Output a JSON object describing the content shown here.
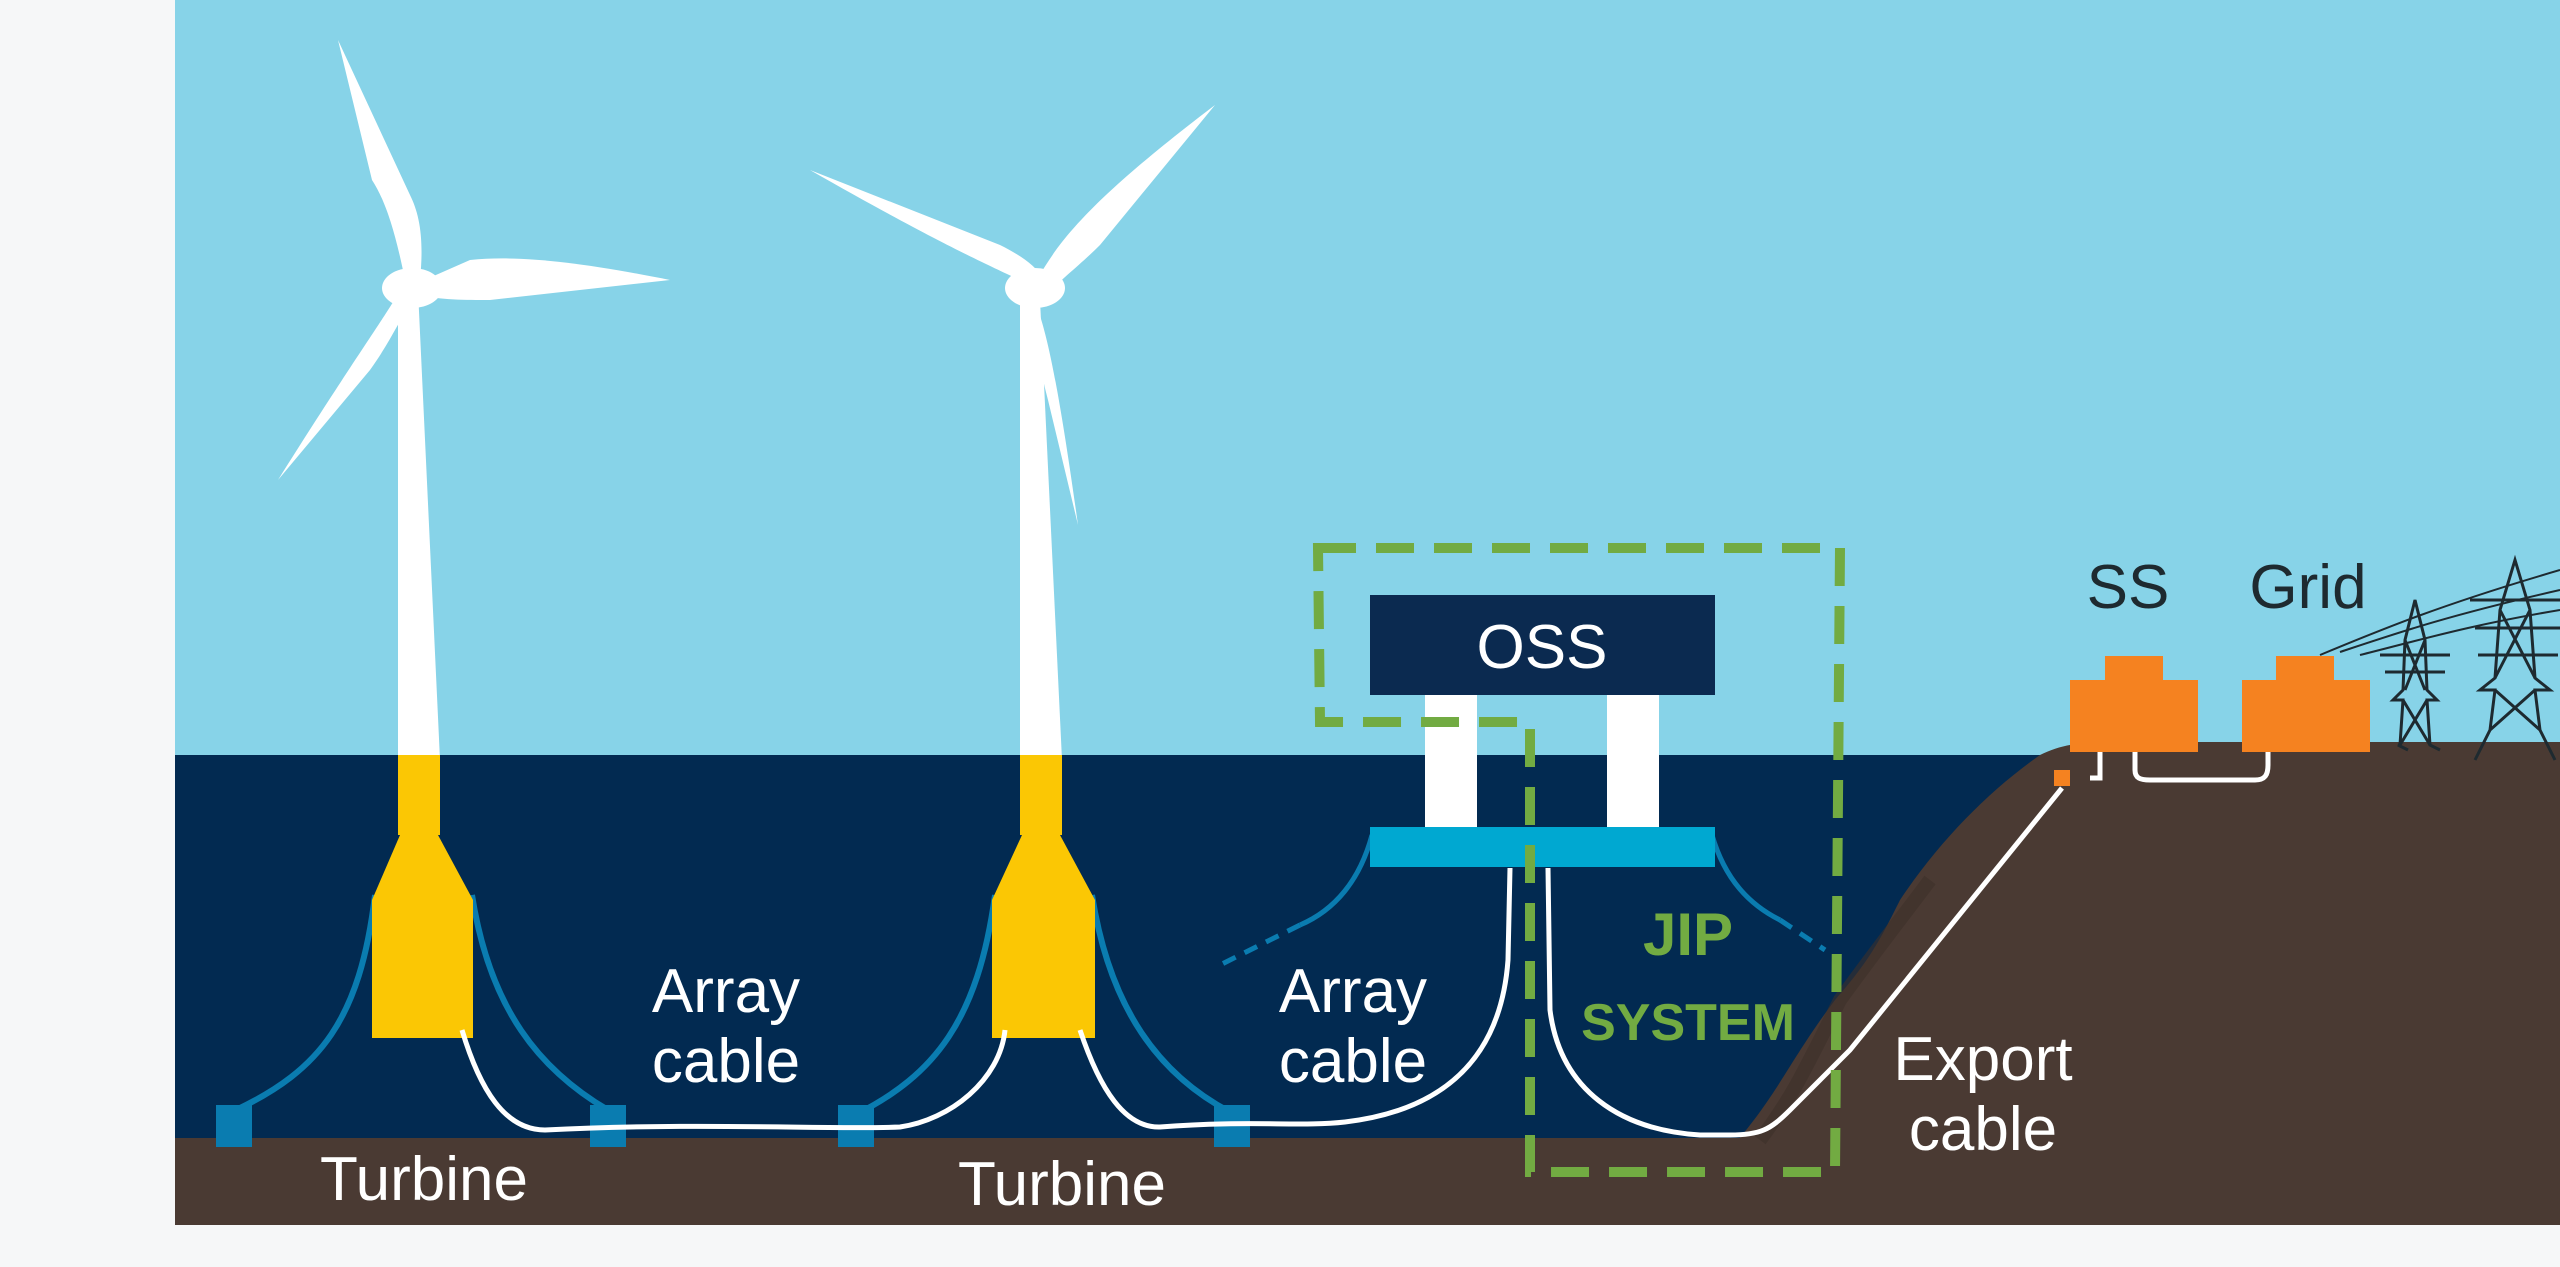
{
  "labels": {
    "turbine_1": "Turbine",
    "turbine_2": "Turbine",
    "array_cable_1_line1": "Array",
    "array_cable_1_line2": "cable",
    "array_cable_2_line1": "Array",
    "array_cable_2_line2": "cable",
    "oss": "OSS",
    "jip": "JIP",
    "system": "SYSTEM",
    "export_cable_line1": "Export",
    "export_cable_line2": "cable",
    "ss": "SS",
    "grid": "Grid"
  },
  "colors": {
    "sky": "#87d3e8",
    "sea": "#022a51",
    "seabed": "#4a3a33",
    "turbine_white": "#ffffff",
    "float_yellow": "#fbc704",
    "mooring_blue": "#0a7cb0",
    "anchor_blue": "#0a7cb0",
    "oss_navy": "#0b2a50",
    "oss_deck_cyan": "#00a8d1",
    "jip_green": "#72ab42",
    "substation_orange": "#f58220",
    "pylon_dark": "#1e2a30"
  }
}
